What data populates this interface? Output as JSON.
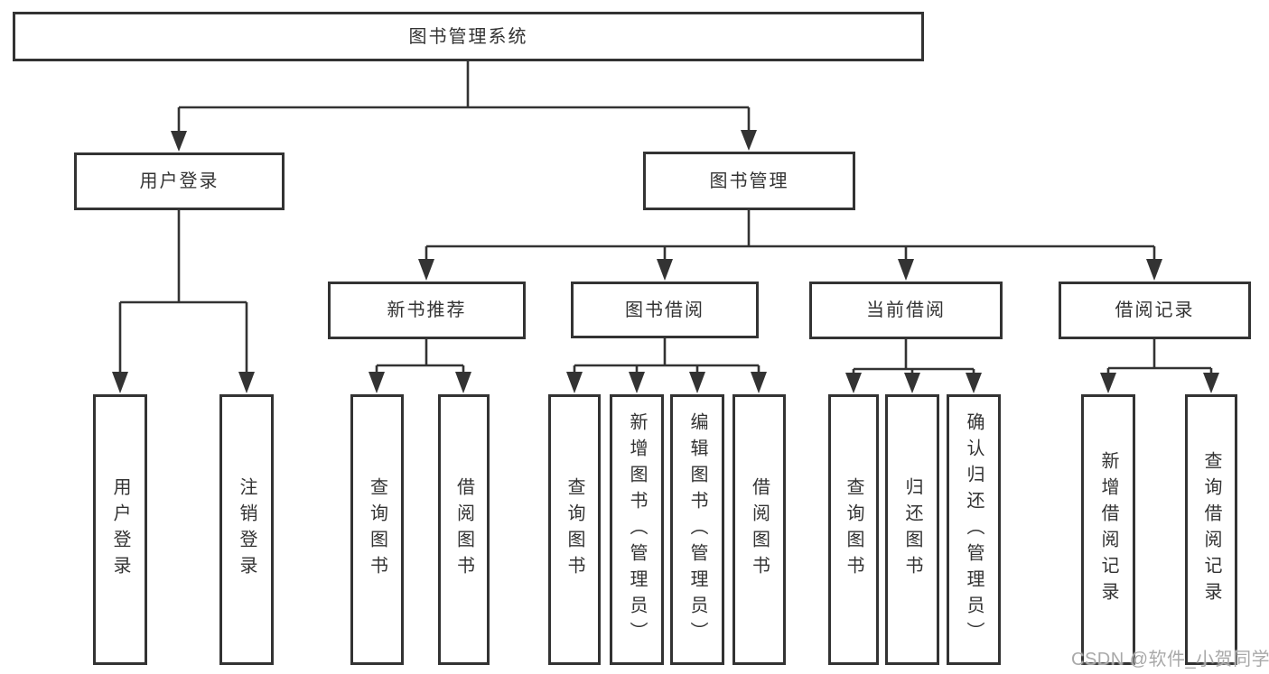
{
  "diagram": {
    "root": {
      "label": "图书管理系统"
    },
    "branches": [
      {
        "label": "用户登录",
        "children": [
          {
            "label": "用户登录"
          },
          {
            "label": "注销登录"
          }
        ]
      },
      {
        "label": "图书管理",
        "children": [
          {
            "label": "新书推荐",
            "children": [
              {
                "label": "查询图书"
              },
              {
                "label": "借阅图书"
              }
            ]
          },
          {
            "label": "图书借阅",
            "children": [
              {
                "label": "查询图书"
              },
              {
                "label": "新增图书（管理员）"
              },
              {
                "label": "编辑图书（管理员）"
              },
              {
                "label": "借阅图书"
              }
            ]
          },
          {
            "label": "当前借阅",
            "children": [
              {
                "label": "查询图书"
              },
              {
                "label": "归还图书"
              },
              {
                "label": "确认归还（管理员）"
              }
            ]
          },
          {
            "label": "借阅记录",
            "children": [
              {
                "label": "新增借阅记录"
              },
              {
                "label": "查询借阅记录"
              }
            ]
          }
        ]
      }
    ]
  },
  "watermark": {
    "text": "CSDN @软件_小贺同学",
    "color": "#a9a9a9"
  },
  "colors": {
    "stroke": "#333333",
    "text": "#333333",
    "background": "#ffffff"
  }
}
